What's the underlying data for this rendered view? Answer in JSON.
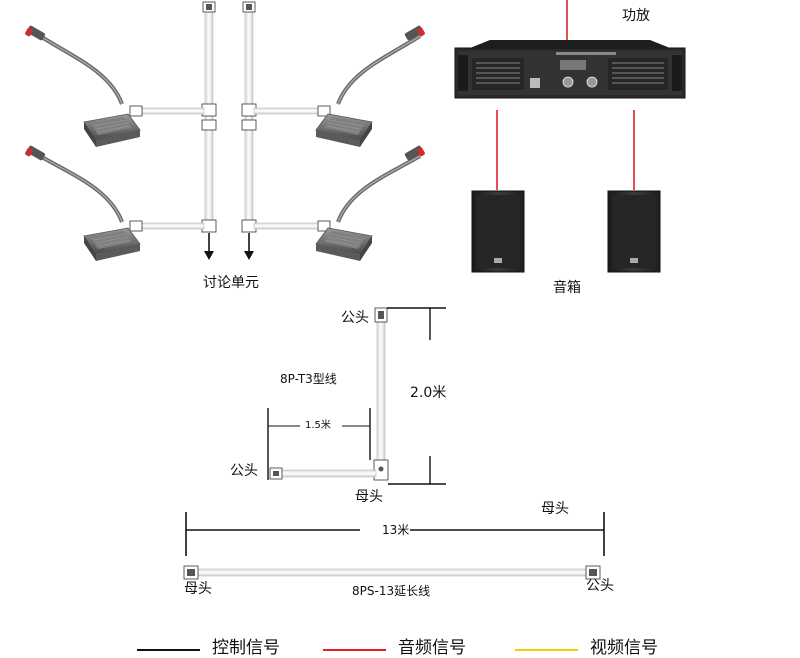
{
  "labels": {
    "amplifier": "功放",
    "speakers": "音箱",
    "discussion_units": "讨论单元",
    "male_top": "公头",
    "cable_t3": "8P-T3型线",
    "len_2m": "2.0米",
    "len_1_5m": "1.5米",
    "male_left": "公头",
    "female_mid": "母头",
    "len_13m": "13米",
    "female_right": "母头",
    "female_left": "母头",
    "cable_ext": "8PS-13延长线",
    "male_right": "公头"
  },
  "legend": {
    "control": "控制信号",
    "audio": "音频信号",
    "video": "视频信号"
  },
  "colors": {
    "control": "#111111",
    "audio": "#e0202a",
    "video": "#f0d000",
    "device": "#2b2b2b",
    "cable": "#f4f4f4"
  }
}
